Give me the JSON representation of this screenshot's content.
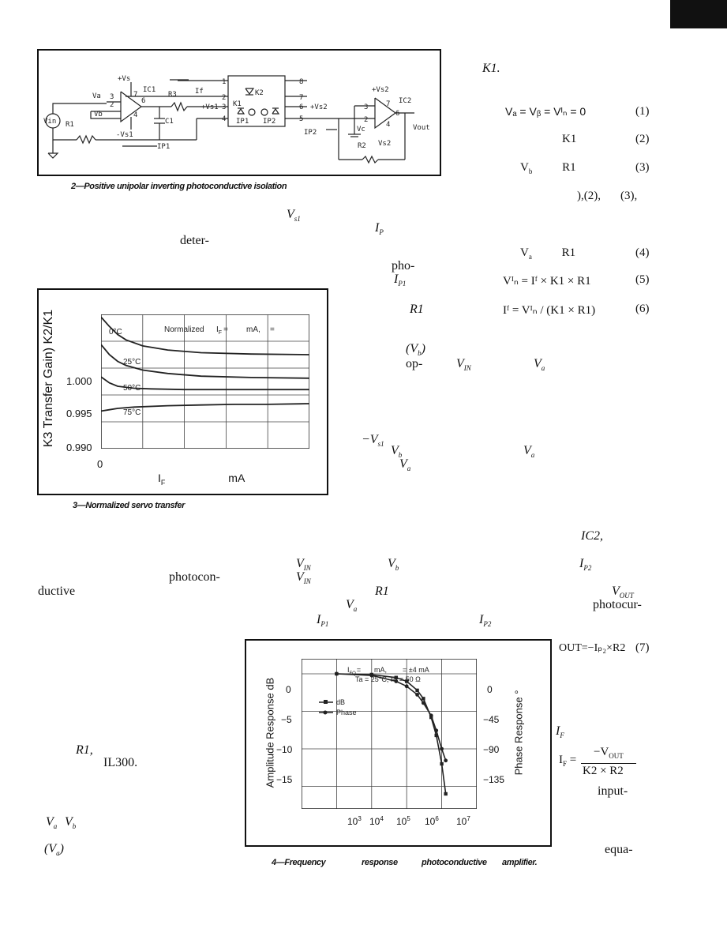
{
  "corner_mark": "▓▓",
  "fig2": {
    "caption": "2—Positive unipolar inverting photoconductive isolation",
    "labels": {
      "vs_top": "+Vs",
      "ic1": "IC1",
      "r3": "R3",
      "if": "If",
      "va": "Va",
      "vb": "Vb",
      "c1": "C1",
      "vs1_pos": "+Vs1",
      "vs1_neg": "-Vs1",
      "vin": "Vin",
      "r1": "R1",
      "ip1": "IP1 ",
      "ip1_arrow": "IP1",
      "k2": "K2",
      "k1": "K1",
      "ip1_box": "IP1",
      "ip2_box": "IP2",
      "vs2_top": "+Vs2",
      "vs2_mid": "+Vs2",
      "ic2": "IC2",
      "ip2": "IP2",
      "vc": "Vc",
      "vout": "Vout",
      "r2": "R2",
      "vs2_bot": "Vs2",
      "pin1": "1",
      "pin2": "2",
      "pin3": "3",
      "pin4": "4",
      "pin5": "5",
      "pin6": "6",
      "pin7": "7",
      "pin8": "8",
      "op_3": "3",
      "op_2": "2",
      "op_7": "7",
      "op_6": "6",
      "op_4": "4",
      "op2_3": "3",
      "op2_2": "2",
      "op2_7": "7",
      "op2_6": "6",
      "op2_4": "4"
    }
  },
  "fig3": {
    "caption": "3—Normalized servo transfer",
    "ylabel": "K3 Transfer Gain) K2/K1",
    "xlabel_left": "I",
    "xlabel_sub": "F",
    "xlabel_right": "mA",
    "x_zero": "0",
    "legend_text": "Normalized",
    "legend_if": "I",
    "legend_if_sub": "F",
    "legend_eq": "=",
    "legend_ma": "mA,",
    "legend_eq2": "=",
    "chart_data": {
      "type": "line",
      "yticks": [
        "1.000",
        "0.995",
        "0.990"
      ],
      "ylim": [
        0.99,
        1.01
      ],
      "xlim": [
        0,
        25
      ],
      "series": [
        {
          "name": "0°C",
          "x": [
            0,
            1,
            2,
            3,
            5,
            8,
            12,
            18,
            25
          ],
          "y": [
            1.0096,
            1.0082,
            1.007,
            1.0062,
            1.0053,
            1.0047,
            1.0043,
            1.0041,
            1.004
          ]
        },
        {
          "name": "25°C",
          "x": [
            0,
            1,
            2,
            3,
            5,
            8,
            12,
            18,
            25
          ],
          "y": [
            1.0055,
            1.004,
            1.003,
            1.0024,
            1.0017,
            1.0012,
            1.0008,
            1.0006,
            1.0005
          ]
        },
        {
          "name": "50°C",
          "x": [
            0,
            1,
            2,
            4,
            6,
            10,
            15,
            20,
            25
          ],
          "y": [
            1.0007,
            0.9998,
            0.9993,
            0.999,
            0.9989,
            0.9988,
            0.9988,
            0.9988,
            0.9988
          ]
        },
        {
          "name": "75°C",
          "x": [
            0,
            1,
            2,
            4,
            8,
            12,
            16,
            20,
            25
          ],
          "y": [
            0.9956,
            0.9958,
            0.996,
            0.9962,
            0.9964,
            0.9965,
            0.9966,
            0.9966,
            0.9967
          ]
        }
      ],
      "grid": true
    }
  },
  "fig4": {
    "caption_parts": [
      "4—Frequency",
      "response",
      "photoconductive",
      "amplifier."
    ],
    "ylabel_left": "Amplitude Response dB",
    "ylabel_right": "Phase Response °",
    "ifo": "I",
    "ifo_sub": "FQ",
    "ifo_eq": "=",
    "ifo_ma": "mA,",
    "ifo_eq2": "= ±4 mA",
    "conditions": "Ta = 25°C, Rl = 50 Ω",
    "legend": [
      "dB",
      "Phase"
    ],
    "yticks_left": [
      "0",
      "−5",
      "−10",
      "−15"
    ],
    "yticks_right": [
      "0",
      "−45",
      "−90",
      "−135"
    ],
    "xtick_exps": [
      "3",
      "4",
      "5",
      "6",
      "7"
    ],
    "xtick_base": "10",
    "chart_data": {
      "type": "line",
      "x_log": true,
      "xlim": [
        100,
        10000000
      ],
      "ylim_left": [
        -18,
        2
      ],
      "ylim_right": [
        -162,
        18
      ],
      "series": [
        {
          "name": "dB",
          "x": [
            1000,
            10000,
            50000,
            100000,
            200000,
            300000,
            500000,
            700000,
            1000000,
            1300000
          ],
          "y": [
            0,
            -0.1,
            -0.5,
            -1.0,
            -2.2,
            -3.3,
            -5.8,
            -8.2,
            -12.0,
            -16.0
          ]
        },
        {
          "name": "Phase",
          "x": [
            1000,
            10000,
            50000,
            100000,
            200000,
            300000,
            500000,
            700000,
            1000000,
            1300000
          ],
          "y": [
            0,
            -2,
            -9,
            -15,
            -25,
            -35,
            -50,
            -68,
            -90,
            -104
          ]
        }
      ],
      "grid": true
    }
  },
  "right_column": {
    "k1_ref": "K1.",
    "eq1": "Vₐ = Vᵦ = Vᴵₙ = 0",
    "eq1_tag": "(1)",
    "eq2": "K1",
    "eq2_tag": "(2)",
    "eq3_a": "V",
    "eq3_a_sub": "b",
    "eq3_b": "R1",
    "eq3_tag": "(3)",
    "refs": "),(2),",
    "refs_b": "(3),",
    "eq4_a": "V",
    "eq4_a_sub": "a",
    "eq4_b": "R1",
    "eq4_tag": "(4)",
    "eq5": "Vᴵₙ = Iᶠ × K1 × R1",
    "eq5_tag": "(5)",
    "eq6": "Iᶠ = Vᴵₙ / (K1 × R1)",
    "eq6_tag": "(6)",
    "eq7": "OUT=−Iₚ₂×R2",
    "eq7_tag": "(7)",
    "frac_lhs": "I",
    "frac_lhs_sub": "F",
    "frac_eq": "=",
    "frac_num": "−V",
    "frac_num_sub": "OUT",
    "frac_den": "K2 × R2",
    "input": "input-",
    "equa": "equa-"
  },
  "fragments": {
    "vs1": "V",
    "vs1_sub": "s1",
    "ip": "I",
    "ip_sub": "P",
    "deter": "deter-",
    "pho": "pho-",
    "ip1": "I",
    "ip1_sub": "P1",
    "r1_it": "R1",
    "vb_paren": "(V",
    "vb_paren_sub": "b",
    "vb_paren_end": ")",
    "op": "op-",
    "vin": "V",
    "vin_sub": "IN",
    "va": "V",
    "va_sub": "a",
    "neg_vs1": "−V",
    "neg_vs1_sub": "s1",
    "vb2": "V",
    "vb2_sub": "b",
    "va2": "V",
    "va2_sub": "a",
    "va3": "V",
    "va3_sub": "a",
    "ic2": "IC2,",
    "vin2": "V",
    "vin2_sub": "IN",
    "vb3": "V",
    "vb3_sub": "b",
    "ip2": "I",
    "ip2_sub": "P2",
    "photocon": "photocon-",
    "vin3": "V",
    "vin3_sub": "IN",
    "ductive": "ductive",
    "r1_b": "R1",
    "vout": "V",
    "vout_sub": "OUT",
    "va4": "V",
    "va4_sub": "a",
    "photocur": "photocur-",
    "ip1b": "I",
    "ip1b_sub": "P1",
    "ip2b": "I",
    "ip2b_sub": "P2",
    "r1_c": "R1,",
    "il300": "IL300.",
    "va5": "V",
    "va5_sub": "a",
    "vb5": "V",
    "vb5_sub": "b",
    "va6_open": "(V",
    "va6_sub": "a",
    "va6_close": ")"
  }
}
